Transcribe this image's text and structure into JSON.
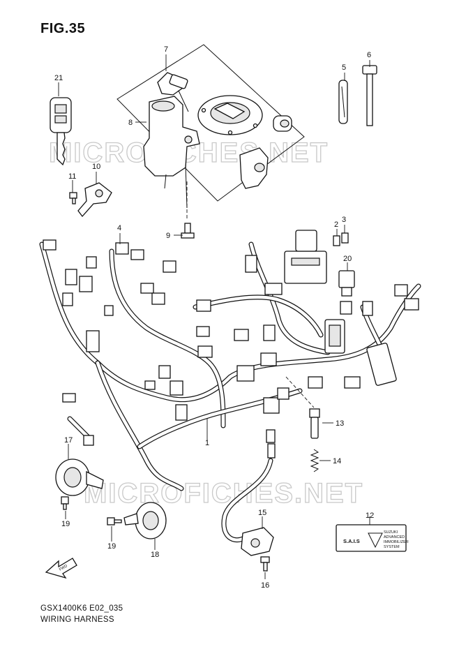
{
  "figure": {
    "title": "FIG.35"
  },
  "footer": {
    "model_code": "GSX1400K6 E02_035",
    "caption": "WIRING HARNESS"
  },
  "watermark": {
    "text": "MICROFICHES.NET"
  },
  "callouts": {
    "c1": "1",
    "c2": "2",
    "c3": "3",
    "c4": "4",
    "c5": "5",
    "c6": "6",
    "c7": "7",
    "c8": "8",
    "c9": "9",
    "c10": "10",
    "c11": "11",
    "c12": "12",
    "c13": "13",
    "c14": "14",
    "c15": "15",
    "c16": "16",
    "c17": "17",
    "c18": "18",
    "c19a": "19",
    "c19b": "19",
    "c20": "20",
    "c21": "21"
  },
  "sticker": {
    "main": "S.A.I.S",
    "brand": "SUZUKI",
    "line1": "ADVANCED",
    "line2": "IMMOBILIZER",
    "line3": "SYSTEM"
  },
  "fwd_arrow": {
    "label": "FWD",
    "icon": "forward-arrow-icon"
  }
}
